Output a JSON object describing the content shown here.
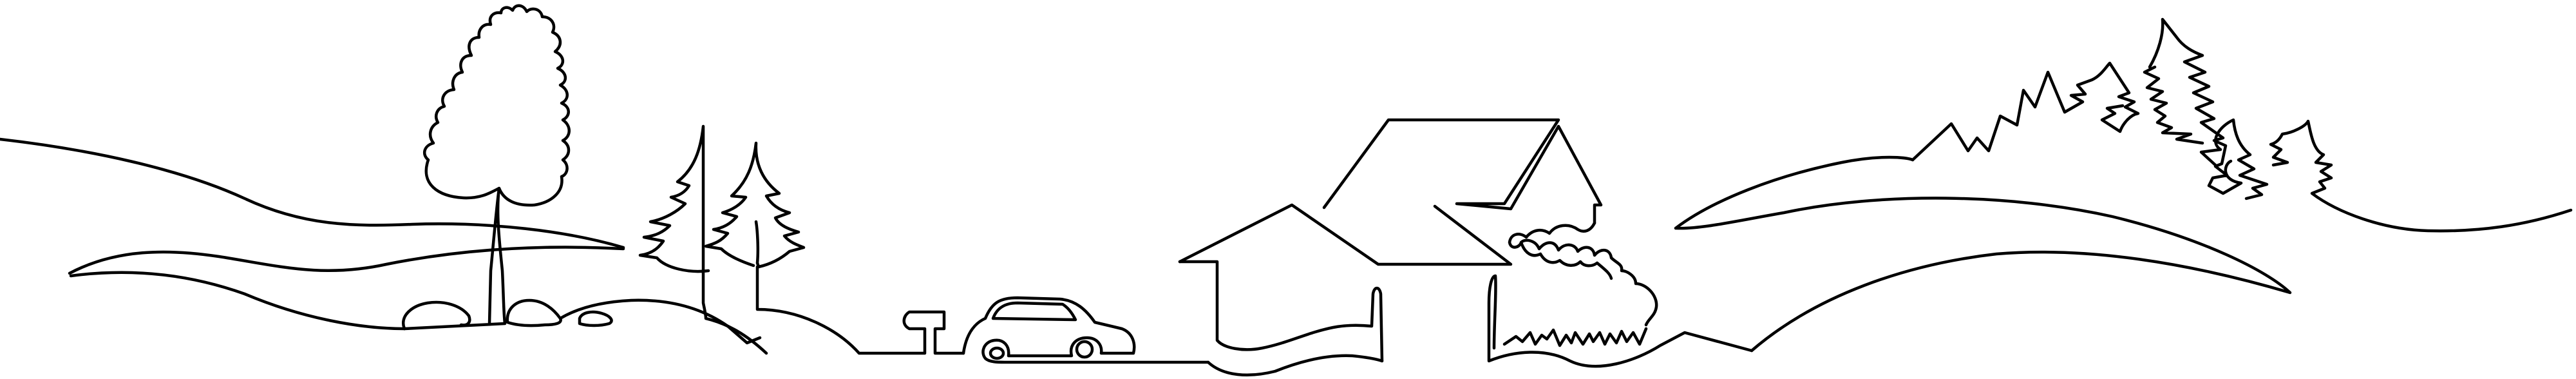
{
  "illustration": {
    "style": "continuous-line-art",
    "stroke_color": "#000000",
    "background_color": "#ffffff",
    "elements": [
      "rolling-hills",
      "deciduous-tree",
      "pine-trees",
      "small-bushes",
      "winding-road",
      "mailbox",
      "car",
      "house",
      "garden-shrubs",
      "distant-pine-forest"
    ]
  }
}
